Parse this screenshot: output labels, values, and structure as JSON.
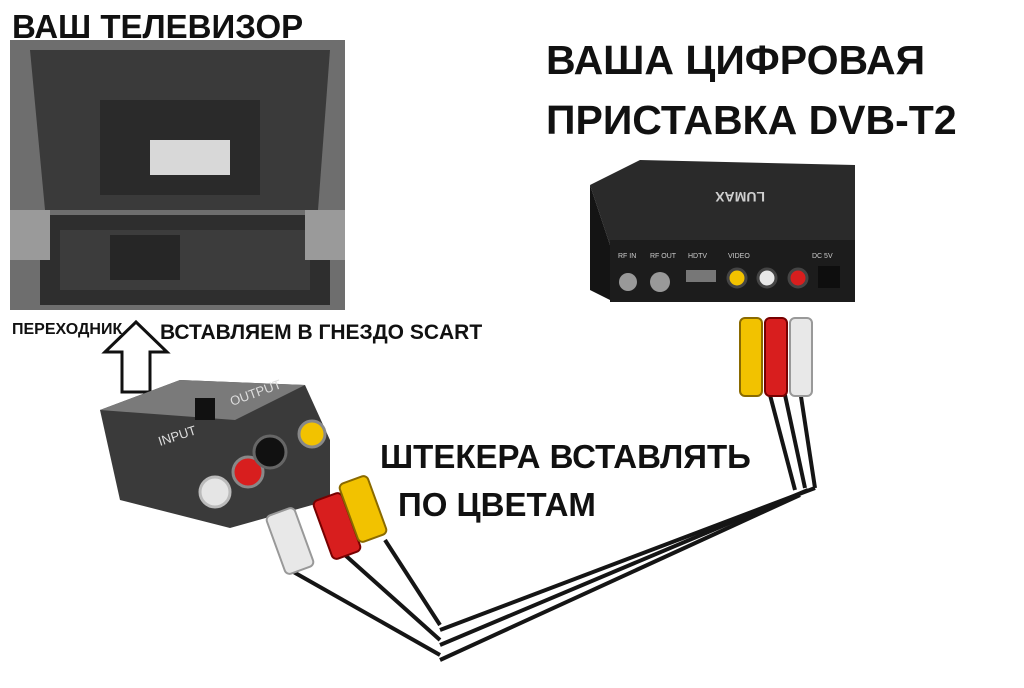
{
  "labels": {
    "tv_title": "ВАШ ТЕЛЕВИЗОР",
    "stb_title_line1": "ВАША ЦИФРОВАЯ",
    "stb_title_line2": "ПРИСТАВКА DVB-T2",
    "adapter": "ПЕРЕХОДНИК",
    "insert_scart": "ВСТАВЛЯЕМ В ГНЕЗДО SCART",
    "plugs_line1": "ШТЕКЕРА ВСТАВЛЯТЬ",
    "plugs_line2": "ПО ЦВЕТАМ"
  },
  "stb": {
    "brand": "LUMAX",
    "ports": [
      "RF IN",
      "RF OUT",
      "HDTV",
      "VIDEO",
      "DC 5V"
    ]
  },
  "scart_adapter": {
    "input": "INPUT",
    "output": "OUTPUT"
  },
  "colors": {
    "rca_yellow": "#f2c200",
    "rca_red": "#d81e1e",
    "rca_white": "#e8e8e8",
    "device_body": "#1c1c1c",
    "cable": "#151515"
  }
}
